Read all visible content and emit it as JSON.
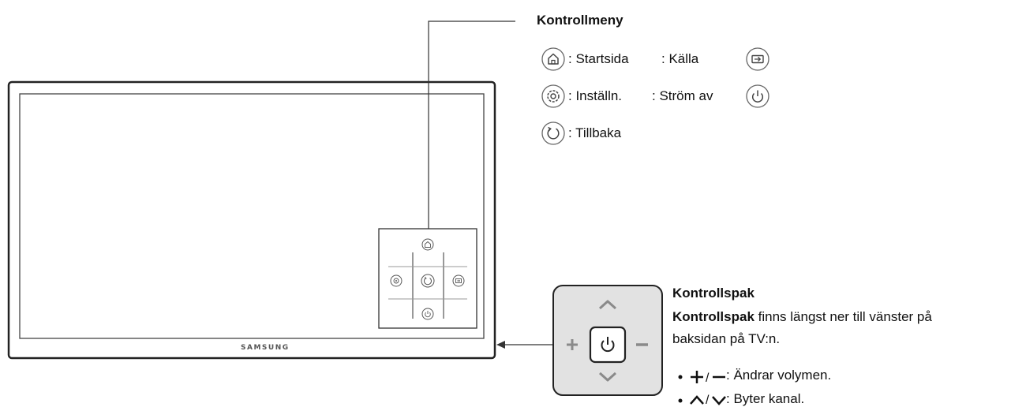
{
  "menu": {
    "heading": "Kontrollmeny",
    "items": [
      {
        "icon": "home-icon",
        "label": ": Startsida"
      },
      {
        "icon": "source-icon",
        "label": ": Källa"
      },
      {
        "icon": "gear-icon",
        "label": ": Inställn."
      },
      {
        "icon": "power-icon",
        "label": ": Ström av"
      },
      {
        "icon": "return-icon",
        "label": ": Tillbaka"
      }
    ]
  },
  "tv": {
    "brand": "SAMSUNG"
  },
  "stick": {
    "heading": "Kontrollspak",
    "description_bold": "Kontrollspak",
    "description_line1": "finns längst ner till vänster på",
    "description_line2": "baksidan på TV:n.",
    "bullets": [
      {
        "symbols": "+/−",
        "text": ": Ändrar volymen."
      },
      {
        "symbols": "∧/∨",
        "text": ": Byter kanal."
      }
    ]
  }
}
